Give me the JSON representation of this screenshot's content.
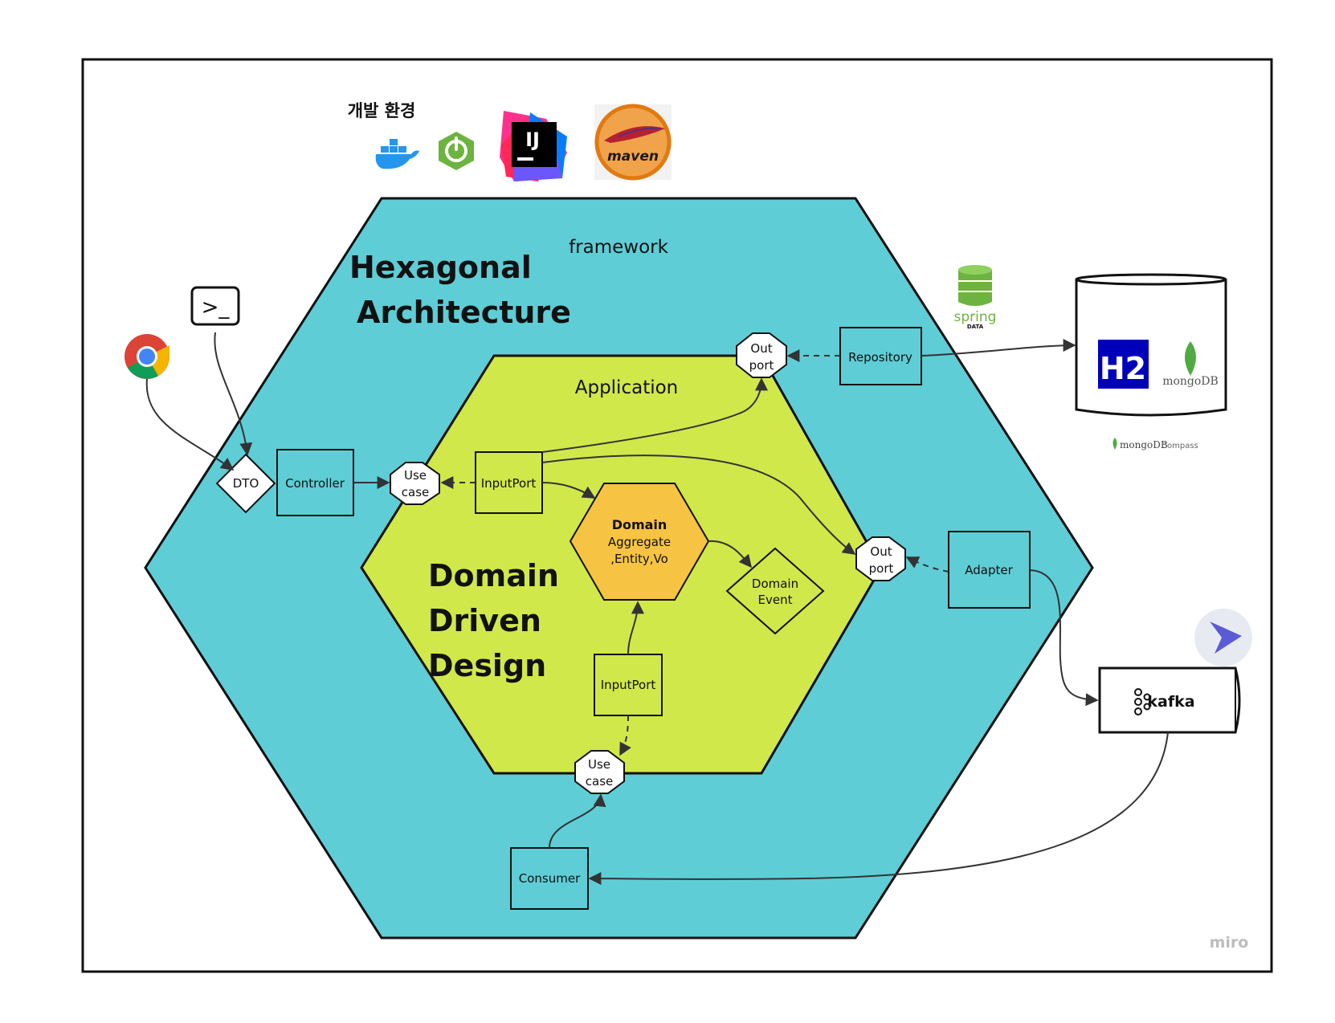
{
  "toolbar_heading": "개발 환경",
  "tools": [
    {
      "name": "docker-icon"
    },
    {
      "name": "spring-boot-icon"
    },
    {
      "name": "intellij-icon",
      "text": "IJ"
    },
    {
      "name": "maven-icon",
      "text": "maven"
    }
  ],
  "outer_hex": {
    "label": "framework",
    "title_line1": "Hexagonal",
    "title_line2": "Architecture",
    "color": "#5ecdd6"
  },
  "inner_hex": {
    "label": "Application",
    "title_line1": "Domain",
    "title_line2": "Driven",
    "title_line3": "Design",
    "color": "#d0e84a"
  },
  "domain": {
    "title": "Domain",
    "line2": "Aggregate",
    "line3": ",Entity,Vo",
    "color": "#f6c343"
  },
  "nodes": {
    "dto": "DTO",
    "controller": "Controller",
    "usecase_left": {
      "line1": "Use",
      "line2": "case"
    },
    "inputport_top": "InputPort",
    "outport_top": {
      "line1": "Out",
      "line2": "port"
    },
    "repository": "Repository",
    "outport_right": {
      "line1": "Out",
      "line2": "port"
    },
    "adapter": "Adapter",
    "domain_event": {
      "line1": "Domain",
      "line2": "Event"
    },
    "inputport_bottom": "InputPort",
    "usecase_bottom": {
      "line1": "Use",
      "line2": "case"
    },
    "consumer": "Consumer"
  },
  "external": {
    "terminal_glyph": ">_",
    "spring_data": {
      "line1": "spring",
      "line2": "DATA"
    },
    "h2": "H2",
    "mongodb": "mongoDB",
    "compass": {
      "brand": "mongoDB",
      "suffix": "Compass"
    },
    "kafka": "kafka"
  },
  "watermark": "miro"
}
